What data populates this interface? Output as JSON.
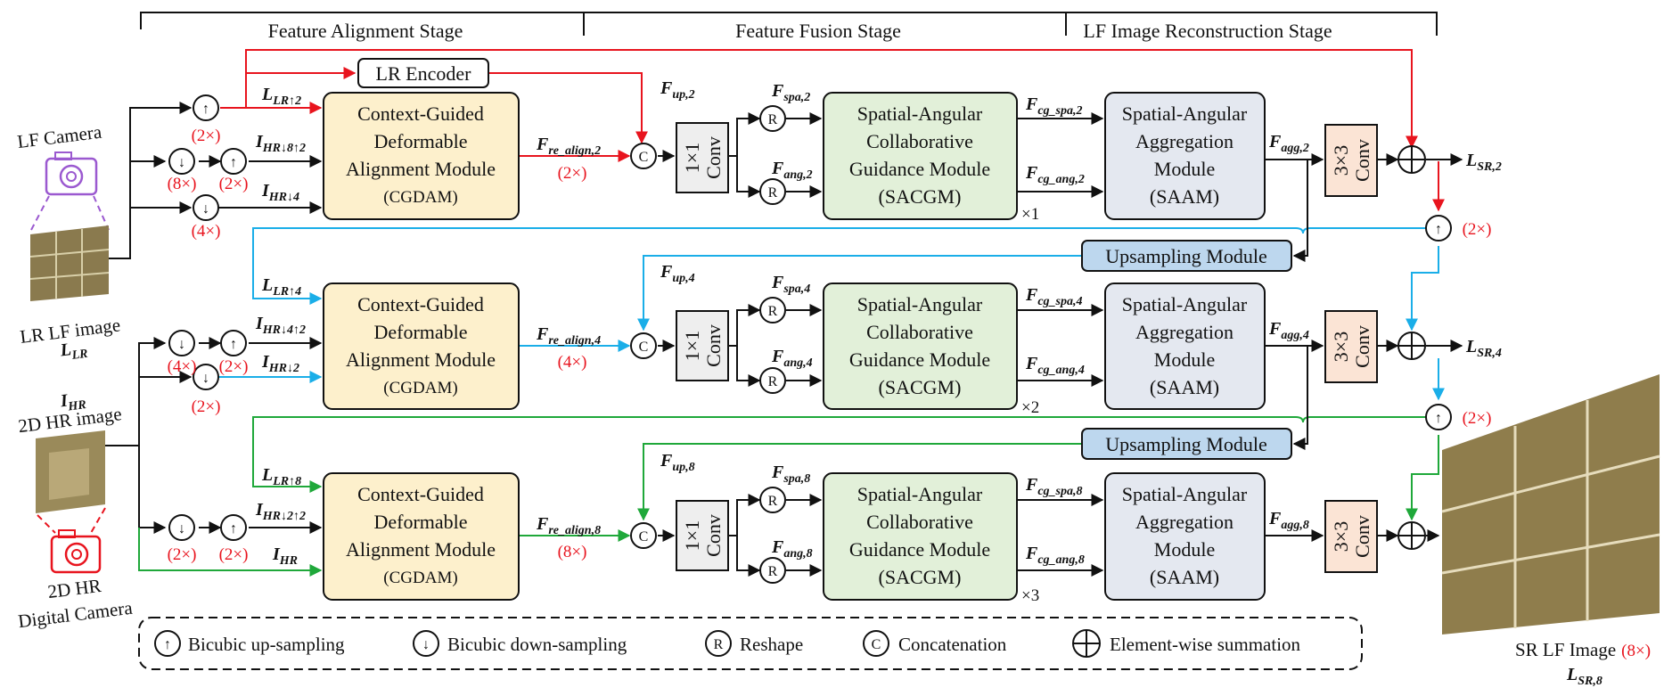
{
  "stages": {
    "alignment": "Feature Alignment Stage",
    "fusion": "Feature Fusion Stage",
    "reconstruction": "LF Image Reconstruction Stage"
  },
  "modules": {
    "lr_encoder": "LR Encoder",
    "cgdam_line1": "Context-Guided",
    "cgdam_line2": "Deformable",
    "cgdam_line3": "Alignment Module",
    "cgdam_abbr": "(CGDAM)",
    "conv1": "1×1",
    "conv1b": "Conv",
    "sacgm_line1": "Spatial-Angular",
    "sacgm_line2": "Collaborative",
    "sacgm_line3": "Guidance Module",
    "sacgm_abbr": "(SACGM)",
    "saam_line1": "Spatial-Angular",
    "saam_line2": "Aggregation",
    "saam_line3": "Module",
    "saam_abbr": "(SAAM)",
    "conv3": "3×3",
    "conv3b": "Conv",
    "upsampling": "Upsampling Module"
  },
  "ops": {
    "up": "↑",
    "down": "↓",
    "reshape": "R",
    "concat": "C",
    "sum": "+"
  },
  "scales": {
    "x2": "(2×)",
    "x4": "(4×)",
    "x8": "(8×)"
  },
  "repeats": {
    "r1": "×1",
    "r2": "×2",
    "r3": "×3"
  },
  "branches": [
    {
      "lr_in_main": "L",
      "lr_in_sub": "LR↑2",
      "hr_a_main": "I",
      "hr_a_sub": "HR↓8↑2",
      "hr_b_main": "I",
      "hr_b_sub": "HR↓4",
      "realign_main": "F",
      "realign_sub": "re_align,2",
      "up_main": "F",
      "up_sub": "up,2",
      "spa_main": "F",
      "spa_sub": "spa,2",
      "ang_main": "F",
      "ang_sub": "ang,2",
      "cgspa_main": "F",
      "cgspa_sub": "cg_spa,2",
      "cgang_main": "F",
      "cgang_sub": "cg_ang,2",
      "agg_main": "F",
      "agg_sub": "agg,2",
      "out_main": "L",
      "out_sub": "SR,2"
    },
    {
      "lr_in_main": "L",
      "lr_in_sub": "LR↑4",
      "hr_a_main": "I",
      "hr_a_sub": "HR↓4↑2",
      "hr_b_main": "I",
      "hr_b_sub": "HR↓2",
      "realign_main": "F",
      "realign_sub": "re_align,4",
      "up_main": "F",
      "up_sub": "up,4",
      "spa_main": "F",
      "spa_sub": "spa,4",
      "ang_main": "F",
      "ang_sub": "ang,4",
      "cgspa_main": "F",
      "cgspa_sub": "cg_spa,4",
      "cgang_main": "F",
      "cgang_sub": "cg_ang,4",
      "agg_main": "F",
      "agg_sub": "agg,4",
      "out_main": "L",
      "out_sub": "SR,4"
    },
    {
      "lr_in_main": "L",
      "lr_in_sub": "LR↑8",
      "hr_a_main": "I",
      "hr_a_sub": "HR↓2↑2",
      "hr_b_main": "I",
      "hr_b_sub": "HR",
      "realign_main": "F",
      "realign_sub": "re_align,8",
      "up_main": "F",
      "up_sub": "up,8",
      "spa_main": "F",
      "spa_sub": "spa,8",
      "ang_main": "F",
      "ang_sub": "ang,8",
      "cgspa_main": "F",
      "cgspa_sub": "cg_spa,8",
      "cgang_main": "F",
      "cgang_sub": "cg_ang,8",
      "agg_main": "F",
      "agg_sub": "agg,8"
    }
  ],
  "inputs": {
    "lf_camera": "LF Camera",
    "lr_image_line1": "LR LF image",
    "lr_image_sym_main": "L",
    "lr_image_sym_sub": "LR",
    "hr_sym_main": "I",
    "hr_sym_sub": "HR",
    "hr_image": "2D HR image",
    "hr_camera_line1": "2D HR",
    "hr_camera_line2": "Digital Camera"
  },
  "output": {
    "label": "SR LF Image",
    "scale": "(8×)",
    "sym_main": "L",
    "sym_sub": "SR,8"
  },
  "legend": {
    "up": "Bicubic up-sampling",
    "down": "Bicubic down-sampling",
    "reshape": "Reshape",
    "concat": "Concatenation",
    "sum": "Element-wise summation"
  },
  "colors": {
    "red": "#e8141e",
    "blue": "#1aaee8",
    "green": "#1fa83a",
    "cgdam_fill": "#fdf0cc",
    "sacgm_fill": "#e2f0d9",
    "saam_fill": "#e4e8f0",
    "conv3_fill": "#fbe4d5",
    "conv1_fill": "#eeeeee",
    "upsampling_fill": "#bdd7ee",
    "camera_purple": "#9b59d0"
  }
}
